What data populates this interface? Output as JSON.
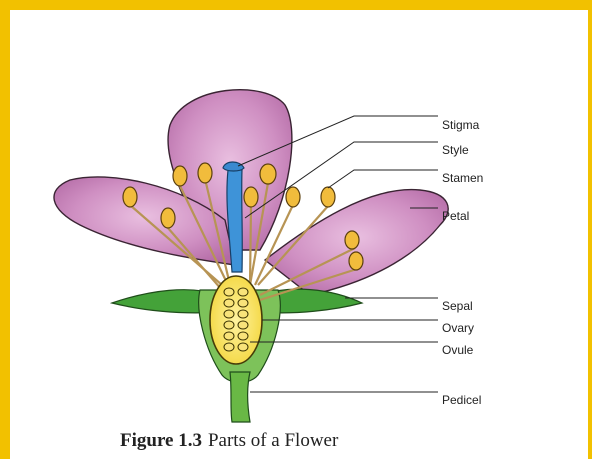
{
  "diagram": {
    "labels": {
      "stigma": "Stigma",
      "style": "Style",
      "stamen": "Stamen",
      "petal": "Petal",
      "sepal": "Sepal",
      "ovary": "Ovary",
      "ovule": "Ovule",
      "pedicel": "Pedicel"
    },
    "colors": {
      "frame": "#f2c100",
      "petal": "#c77fb6",
      "petal_light": "#e6b8dc",
      "sepal": "#46a63b",
      "pedicel": "#6dbb45",
      "style": "#2f8fd6",
      "ovary": "#f5dd47",
      "anther": "#f0bd3a",
      "filament": "#c9a35b"
    }
  },
  "caption": {
    "figure_number": "Figure 1.3",
    "text": "Parts of a Flower"
  }
}
